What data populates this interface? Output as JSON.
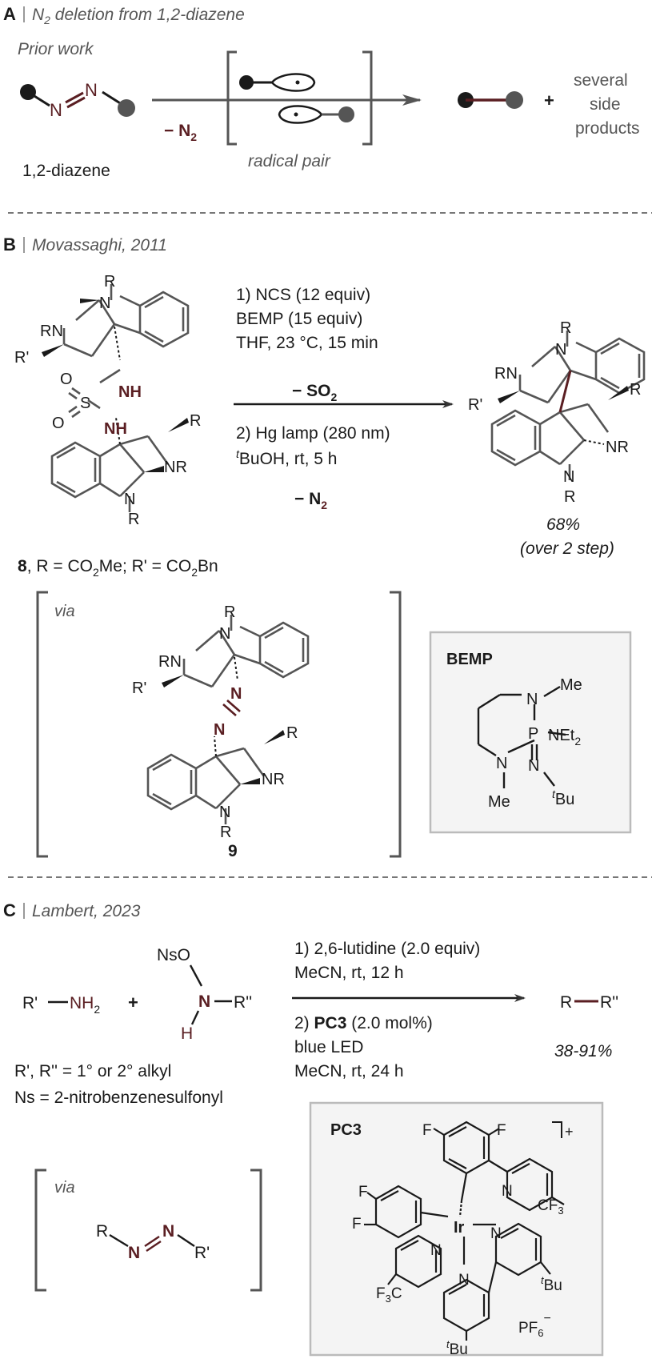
{
  "panel_a": {
    "letter": "A",
    "title": "N2 deletion from 1,2-diazene",
    "title_prefix": "N",
    "title_sub": "2",
    "title_suffix": " deletion from 1,2-diazene",
    "prior_work": "Prior work",
    "diazene_label": "1,2-diazene",
    "n_atom": "N",
    "minus_n2": "− N",
    "minus_n2_sub": "2",
    "radical_pair": "radical pair",
    "plus": "+",
    "side_products": [
      "several",
      "side",
      "products"
    ]
  },
  "panel_b": {
    "letter": "B",
    "title": "Movassaghi, 2011",
    "cond1": [
      "1) NCS (12 equiv)",
      "BEMP (15 equiv)",
      "THF, 23 °C, 15 min"
    ],
    "minus_so2": "− SO",
    "minus_so2_sub": "2",
    "cond2_line1": "2) Hg lamp (280 nm)",
    "cond2_line2_sup": "t",
    "cond2_line2": "BuOH, rt, 5 h",
    "minus_n2": "− N",
    "minus_n2_sub": "2",
    "yield": "68%",
    "yield_note": "(over 2 step)",
    "compound_num": "8",
    "compound_desc_a": ", R = CO",
    "compound_desc_sub1": "2",
    "compound_desc_b": "Me; R' = CO",
    "compound_desc_sub2": "2",
    "compound_desc_c": "Bn",
    "via": "via",
    "intermediate_num": "9",
    "bemp_title": "BEMP",
    "labels": {
      "R": "R",
      "N": "N",
      "RN": "RN",
      "Rp": "R'",
      "NH": "NH",
      "O": "O",
      "S": "S",
      "NR": "NR",
      "Me": "Me",
      "P": "P",
      "NEt": "NEt",
      "two": "2",
      "tBu_sup": "t",
      "tBu": "Bu"
    }
  },
  "panel_c": {
    "letter": "C",
    "title": "Lambert, 2023",
    "amine_a": "R'",
    "amine_n": "NH",
    "amine_sub": "2",
    "plus": "+",
    "nso": "NsO",
    "nh_n": "N",
    "nh_h": "H",
    "rpp": "R''",
    "cond1": [
      "1) 2,6-lutidine (2.0 equiv)",
      "MeCN, rt, 12 h"
    ],
    "cond2_pre": "2) ",
    "cond2_bold": "PC3",
    "cond2_post": " (2.0 mol%)",
    "cond2_rest": [
      "blue LED",
      "MeCN, rt, 24 h"
    ],
    "product_r": "R",
    "product_rpp": "R''",
    "yield": "38-91%",
    "note1": "R', R'' = 1° or 2° alkyl",
    "note2": "Ns = 2-nitrobenzenesulfonyl",
    "via": "via",
    "via_r": "R",
    "via_n": "N",
    "via_rp": "R'",
    "pc3_title": "PC3",
    "pc3_labels": {
      "F": "F",
      "N": "N",
      "Ir": "Ir",
      "CF": "CF",
      "three": "3",
      "F3C": "F",
      "C": "C",
      "tBu_sup": "t",
      "tBu": "Bu",
      "PF": "PF",
      "six": "6",
      "minus": "−",
      "plus": "+"
    }
  },
  "colors": {
    "accent": "#5a1e22",
    "gray": "#555555",
    "box_border": "#bbbbbb",
    "box_fill": "#f4f4f4"
  }
}
